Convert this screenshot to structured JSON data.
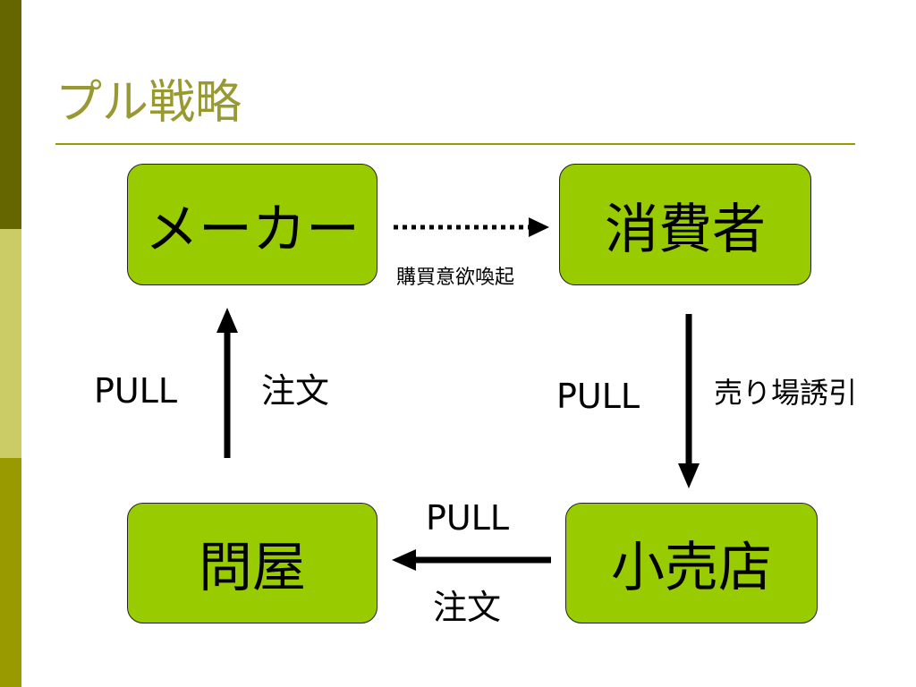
{
  "slide": {
    "title": "プル戦略",
    "colors": {
      "title": "#999933",
      "rule": "#999900",
      "band_top": "#666600",
      "band_mid": "#cccc66",
      "band_bot": "#999900",
      "node_fill": "#99cc00"
    }
  },
  "diagram": {
    "nodes": {
      "maker": "メーカー",
      "consumer": "消費者",
      "wholesaler": "問屋",
      "retailer": "小売店"
    },
    "edges": {
      "maker_to_consumer": {
        "label": "購買意欲喚起",
        "style": "dotted"
      },
      "consumer_to_retailer": {
        "pull": "PULL",
        "label": "売り場誘引",
        "style": "solid"
      },
      "retailer_to_wholesaler": {
        "pull": "PULL",
        "label": "注文",
        "style": "solid"
      },
      "wholesaler_to_maker": {
        "pull": "PULL",
        "label": "注文",
        "style": "solid"
      }
    }
  }
}
